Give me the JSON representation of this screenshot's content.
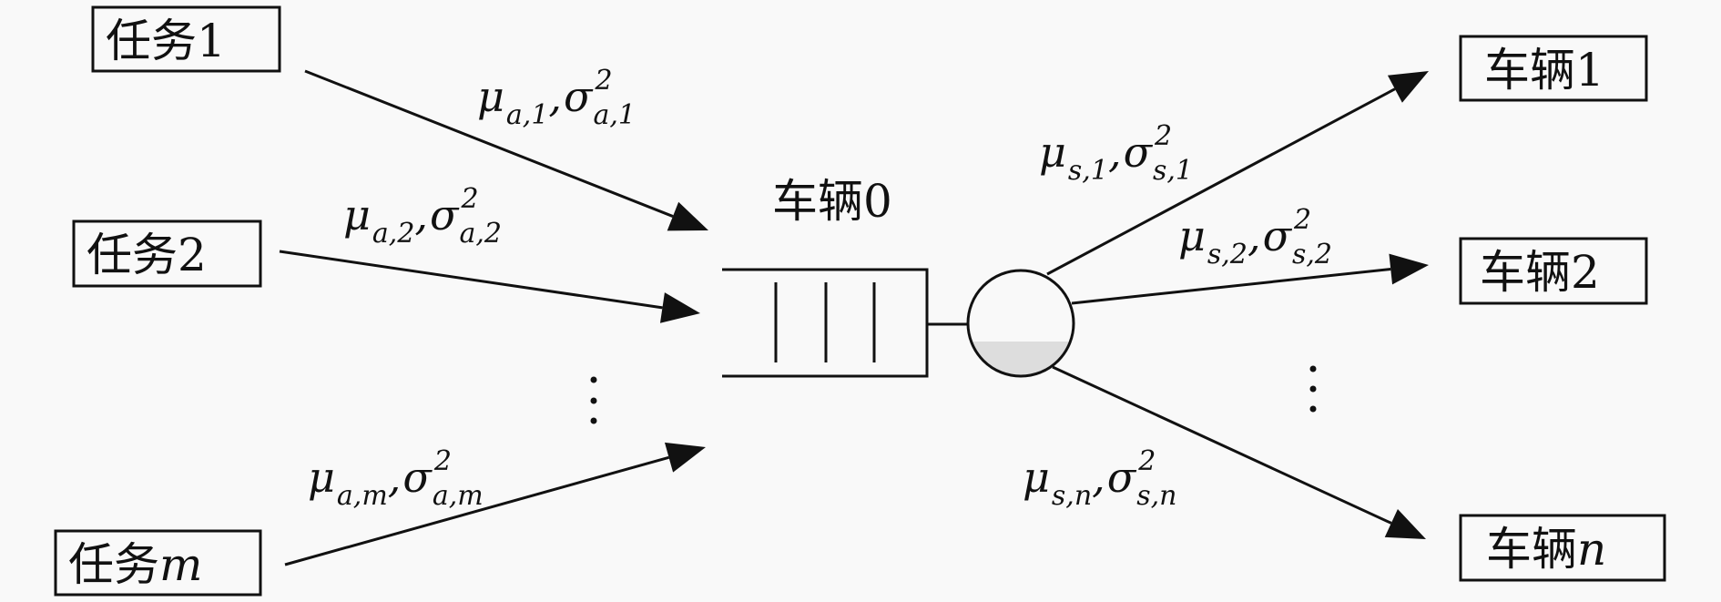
{
  "symbols": {
    "mean": "μ",
    "variance": "σ",
    "power": "2",
    "comma": ","
  },
  "tasks": [
    {
      "prefix": "任务",
      "index": "1",
      "mean_sub": "a,1",
      "var_sub": "a,1"
    },
    {
      "prefix": "任务",
      "index": "2",
      "mean_sub": "a,2",
      "var_sub": "a,2"
    },
    {
      "prefix": "任务",
      "index": "m",
      "mean_sub": "a,m",
      "var_sub": "a,m"
    }
  ],
  "server": {
    "prefix": "车辆",
    "index": "0"
  },
  "vehicles": [
    {
      "prefix": "车辆",
      "index": "1",
      "mean_sub": "s,1",
      "var_sub": "s,1"
    },
    {
      "prefix": "车辆",
      "index": "2",
      "mean_sub": "s,2",
      "var_sub": "s,2"
    },
    {
      "prefix": "车辆",
      "index": "n",
      "mean_sub": "s,n",
      "var_sub": "s,n"
    }
  ],
  "ellipsis": "⋮",
  "colors": {
    "stroke": "#111111",
    "server_fill": "#dddddd",
    "background": "#f9f9f9"
  }
}
